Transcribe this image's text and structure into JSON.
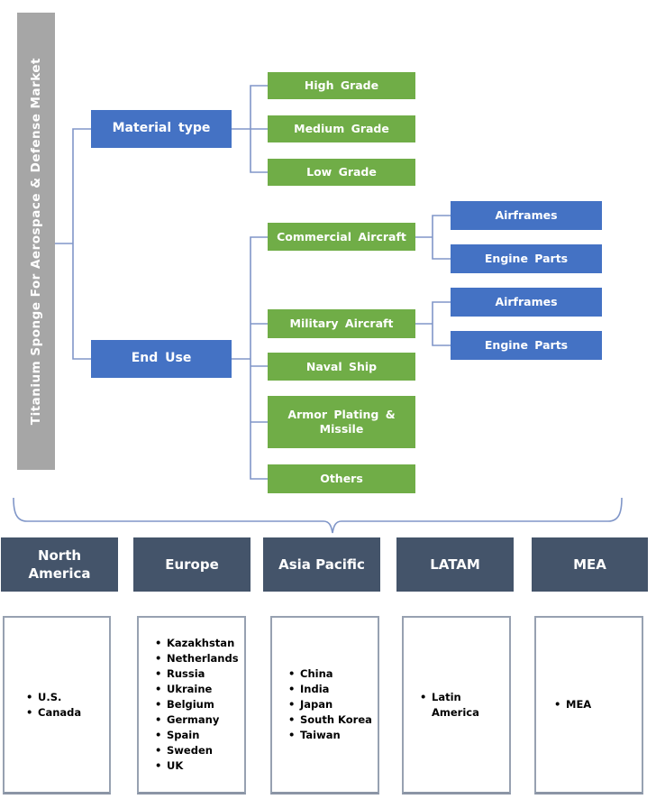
{
  "title_bar": {
    "label": "Titanium Sponge For Aerospace & Defense Market"
  },
  "tree": {
    "segments": [
      {
        "label": "Material type",
        "children": [
          {
            "label": "High Grade"
          },
          {
            "label": "Medium Grade"
          },
          {
            "label": "Low Grade"
          }
        ]
      },
      {
        "label": "End Use",
        "children": [
          {
            "label": "Commercial Aircraft",
            "children": [
              {
                "label": "Airframes"
              },
              {
                "label": "Engine Parts"
              }
            ]
          },
          {
            "label": "Military Aircraft",
            "children": [
              {
                "label": "Airframes"
              },
              {
                "label": "Engine Parts"
              }
            ]
          },
          {
            "label": "Naval Ship"
          },
          {
            "label": "Armor Plating & Missile"
          },
          {
            "label": "Others"
          }
        ]
      }
    ]
  },
  "regions": [
    {
      "name": "North America",
      "countries": [
        "U.S.",
        "Canada"
      ]
    },
    {
      "name": "Europe",
      "countries": [
        "Kazakhstan",
        "Netherlands",
        "Russia",
        "Ukraine",
        "Belgium",
        "Germany",
        "Spain",
        "Sweden",
        "UK"
      ]
    },
    {
      "name": "Asia Pacific",
      "countries": [
        "China",
        "India",
        "Japan",
        "South Korea",
        "Taiwan"
      ]
    },
    {
      "name": "LATAM",
      "countries": [
        "Latin America"
      ]
    },
    {
      "name": "MEA",
      "countries": [
        "MEA"
      ]
    }
  ],
  "colors": {
    "node_blue": "#4472C4",
    "node_green": "#70AD47",
    "bar_gray": "#A6A6A6",
    "region_header": "#44546A",
    "connector": "#8096C8"
  }
}
